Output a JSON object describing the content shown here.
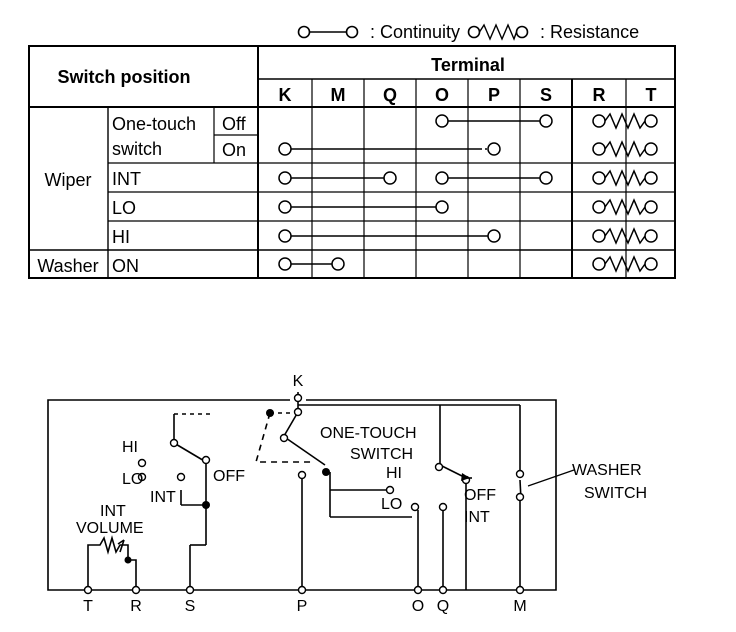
{
  "legend": {
    "continuity": ": Continuity",
    "resistance": ": Resistance"
  },
  "table": {
    "switch_position_header": "Switch position",
    "terminal_header": "Terminal",
    "terminals": [
      "K",
      "M",
      "Q",
      "O",
      "P",
      "S",
      "R",
      "T"
    ],
    "groups": {
      "wiper": "Wiper",
      "washer": "Washer"
    },
    "one_touch_line1": "One-touch",
    "one_touch_line2": "switch",
    "rows": [
      {
        "label": "Off",
        "continuity": [
          "O",
          "S"
        ],
        "dotted": false
      },
      {
        "label": "On",
        "continuity": [
          "K",
          "P"
        ],
        "dotted": true
      },
      {
        "label": "INT",
        "continuity": [
          "K",
          "Q"
        ],
        "continuity2": [
          "O",
          "S"
        ],
        "dotted": false
      },
      {
        "label": "LO",
        "continuity": [
          "K",
          "O"
        ],
        "dotted": false
      },
      {
        "label": "HI",
        "continuity": [
          "K",
          "P"
        ],
        "dotted": false
      },
      {
        "label": "ON",
        "continuity": [
          "K",
          "M"
        ],
        "dotted": false
      }
    ],
    "resistance_terminals": [
      "R",
      "T"
    ]
  },
  "schematic": {
    "terminals_bottom": [
      "T",
      "R",
      "S",
      "P",
      "O",
      "Q",
      "M"
    ],
    "terminal_top": "K",
    "labels": {
      "hi_left": "HI",
      "lo_left": "LO",
      "int_left": "INT",
      "off_left": "OFF",
      "int_volume_1": "INT",
      "int_volume_2": "VOLUME",
      "one_touch_1": "ONE-TOUCH",
      "one_touch_2": "SWITCH",
      "hi_right": "HI",
      "lo_right": "LO",
      "off_right": "OFF",
      "int_right": "INT",
      "washer_1": "WASHER",
      "washer_2": "SWITCH"
    }
  }
}
